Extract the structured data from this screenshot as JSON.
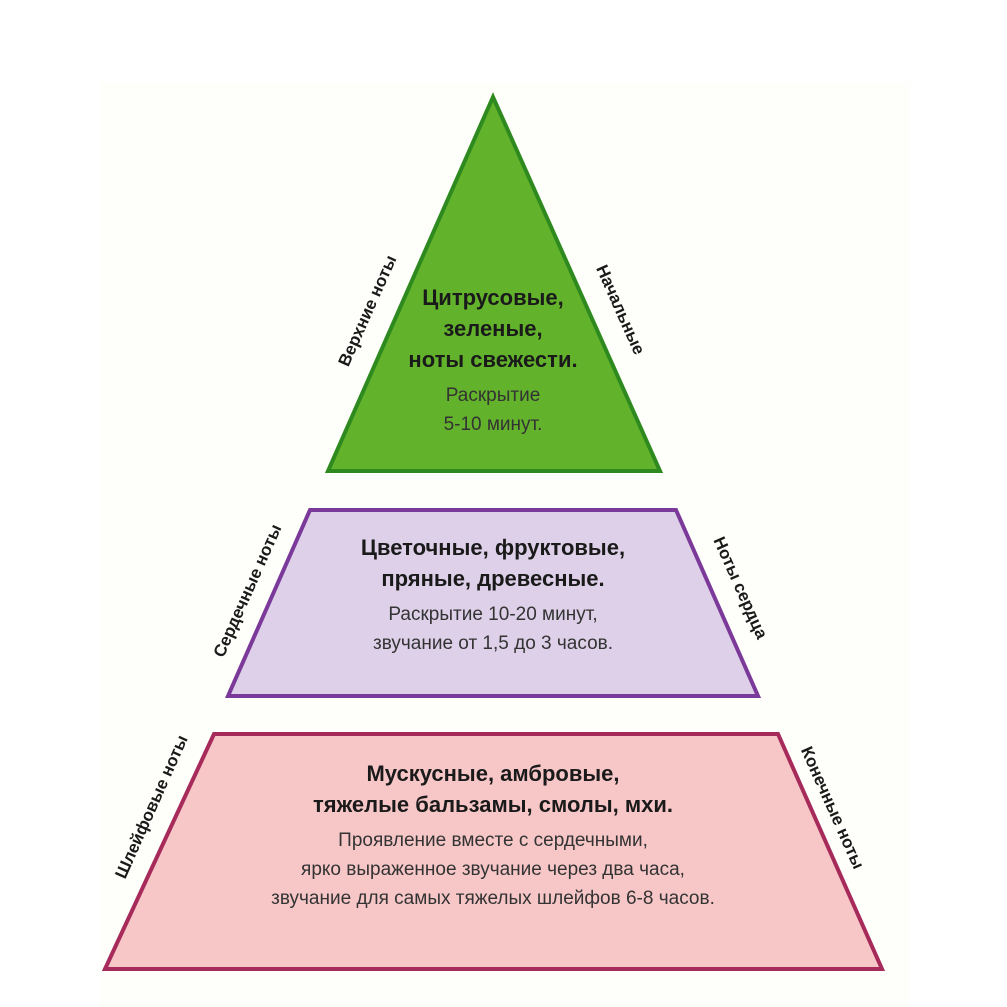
{
  "colors": {
    "top_fill": "#63b22c",
    "top_stroke": "#2e8a1f",
    "middle_fill": "#ddd0e8",
    "middle_stroke": "#7b3a9a",
    "bottom_fill": "#f7c7c8",
    "bottom_stroke": "#a62a5a"
  },
  "top": {
    "heading": [
      "Цитрусовые,",
      "зеленые,",
      "ноты свежести."
    ],
    "details": [
      "Раскрытие",
      "5-10 минут."
    ],
    "left_label": "Верхние ноты",
    "right_label": "Начальные"
  },
  "middle": {
    "heading": [
      "Цветочные, фруктовые,",
      "пряные, древесные."
    ],
    "details": [
      "Раскрытие 10-20 минут,",
      "звучание от 1,5 до 3 часов."
    ],
    "left_label": "Сердечные ноты",
    "right_label": "Ноты сердца"
  },
  "bottom": {
    "heading": [
      "Мускусные, амбровые,",
      "тяжелые бальзамы, смолы, мхи."
    ],
    "details": [
      "Проявление вместе с сердечными,",
      "ярко выраженное звучание через два часа,",
      "звучание для самых тяжелых шлейфов 6-8 часов."
    ],
    "left_label": "Шлейфовые ноты",
    "right_label": "Конечные ноты"
  }
}
